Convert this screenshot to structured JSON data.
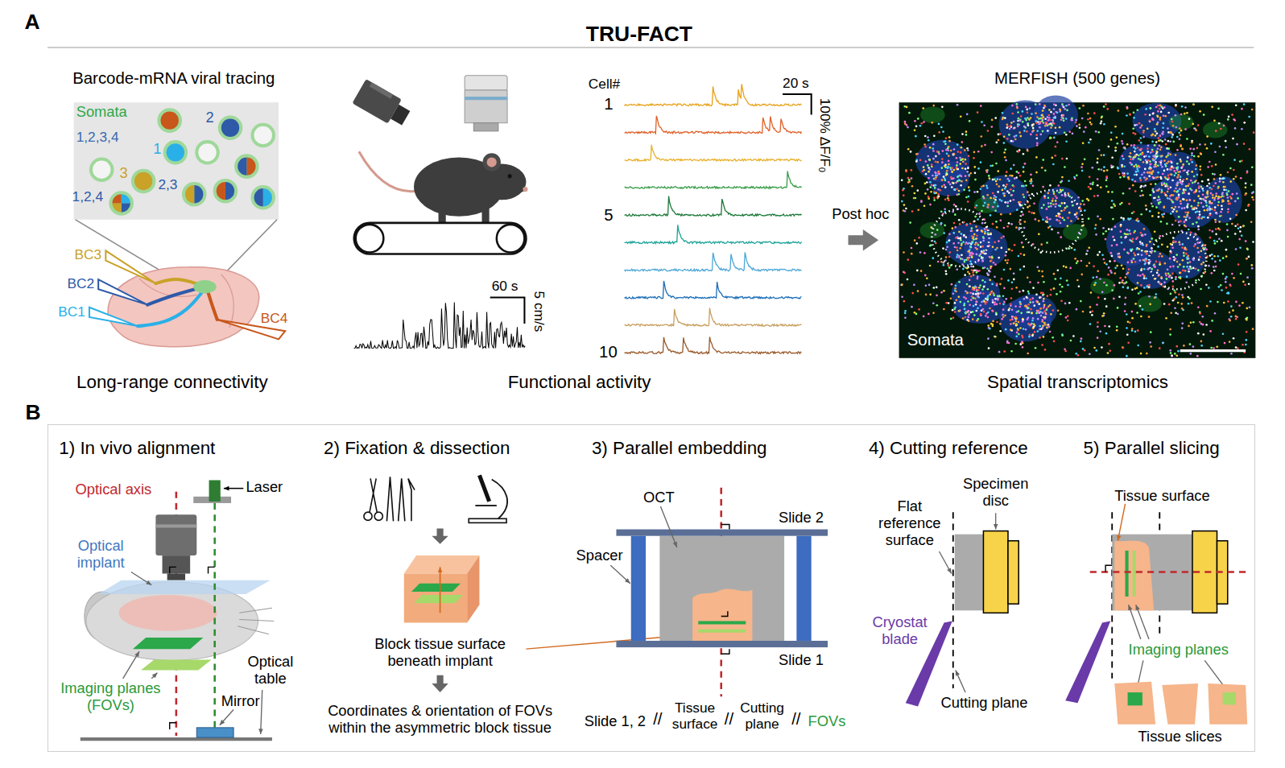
{
  "diagram": {
    "title": "TRU-FACT",
    "nodes": [
      {
        "text": [
          "Somata"
        ]
      },
      {
        "text": [
          "MERFISH (500 genes)",
          "Somata"
        ]
      },
      {
        "text": [
          "B"
        ]
      }
    ],
    "labels": [
      "A",
      "Barcode-mRNA viral tracing",
      "1,2,3,4",
      "2",
      "1",
      "3",
      "2,3",
      "1,2,4",
      "BC3",
      "BC2",
      "BC1",
      "BC4",
      "Long-range connectivity",
      "60 s",
      "5 cm/s",
      "Functional activity",
      "Cell#",
      "1",
      "5",
      "10",
      "20 s",
      "100% ΔF/F₀",
      "Post hoc",
      "Spatial transcriptomics",
      "1) In vivo alignment",
      "Optical axis",
      "Laser",
      "Optical implant",
      "Imaging planes (FOVs)",
      "Optical table",
      "Mirror",
      "2) Fixation & dissection",
      "Block tissue surface beneath implant",
      "Coordinates & orientation of FOVs within the asymmetric block tissue",
      "3) Parallel embedding",
      "OCT",
      "Slide 2",
      "Spacer",
      "Slide 1",
      "Slide 1, 2",
      "//",
      "Tissue surface",
      "//",
      "Cutting plane",
      "//",
      "FOVs",
      "4) Cutting reference",
      "Specimen disc",
      "Flat reference surface",
      "Cryostat blade",
      "Cutting plane",
      "5) Parallel slicing",
      "Tissue surface",
      "Imaging planes",
      "Tissue slices"
    ]
  }
}
